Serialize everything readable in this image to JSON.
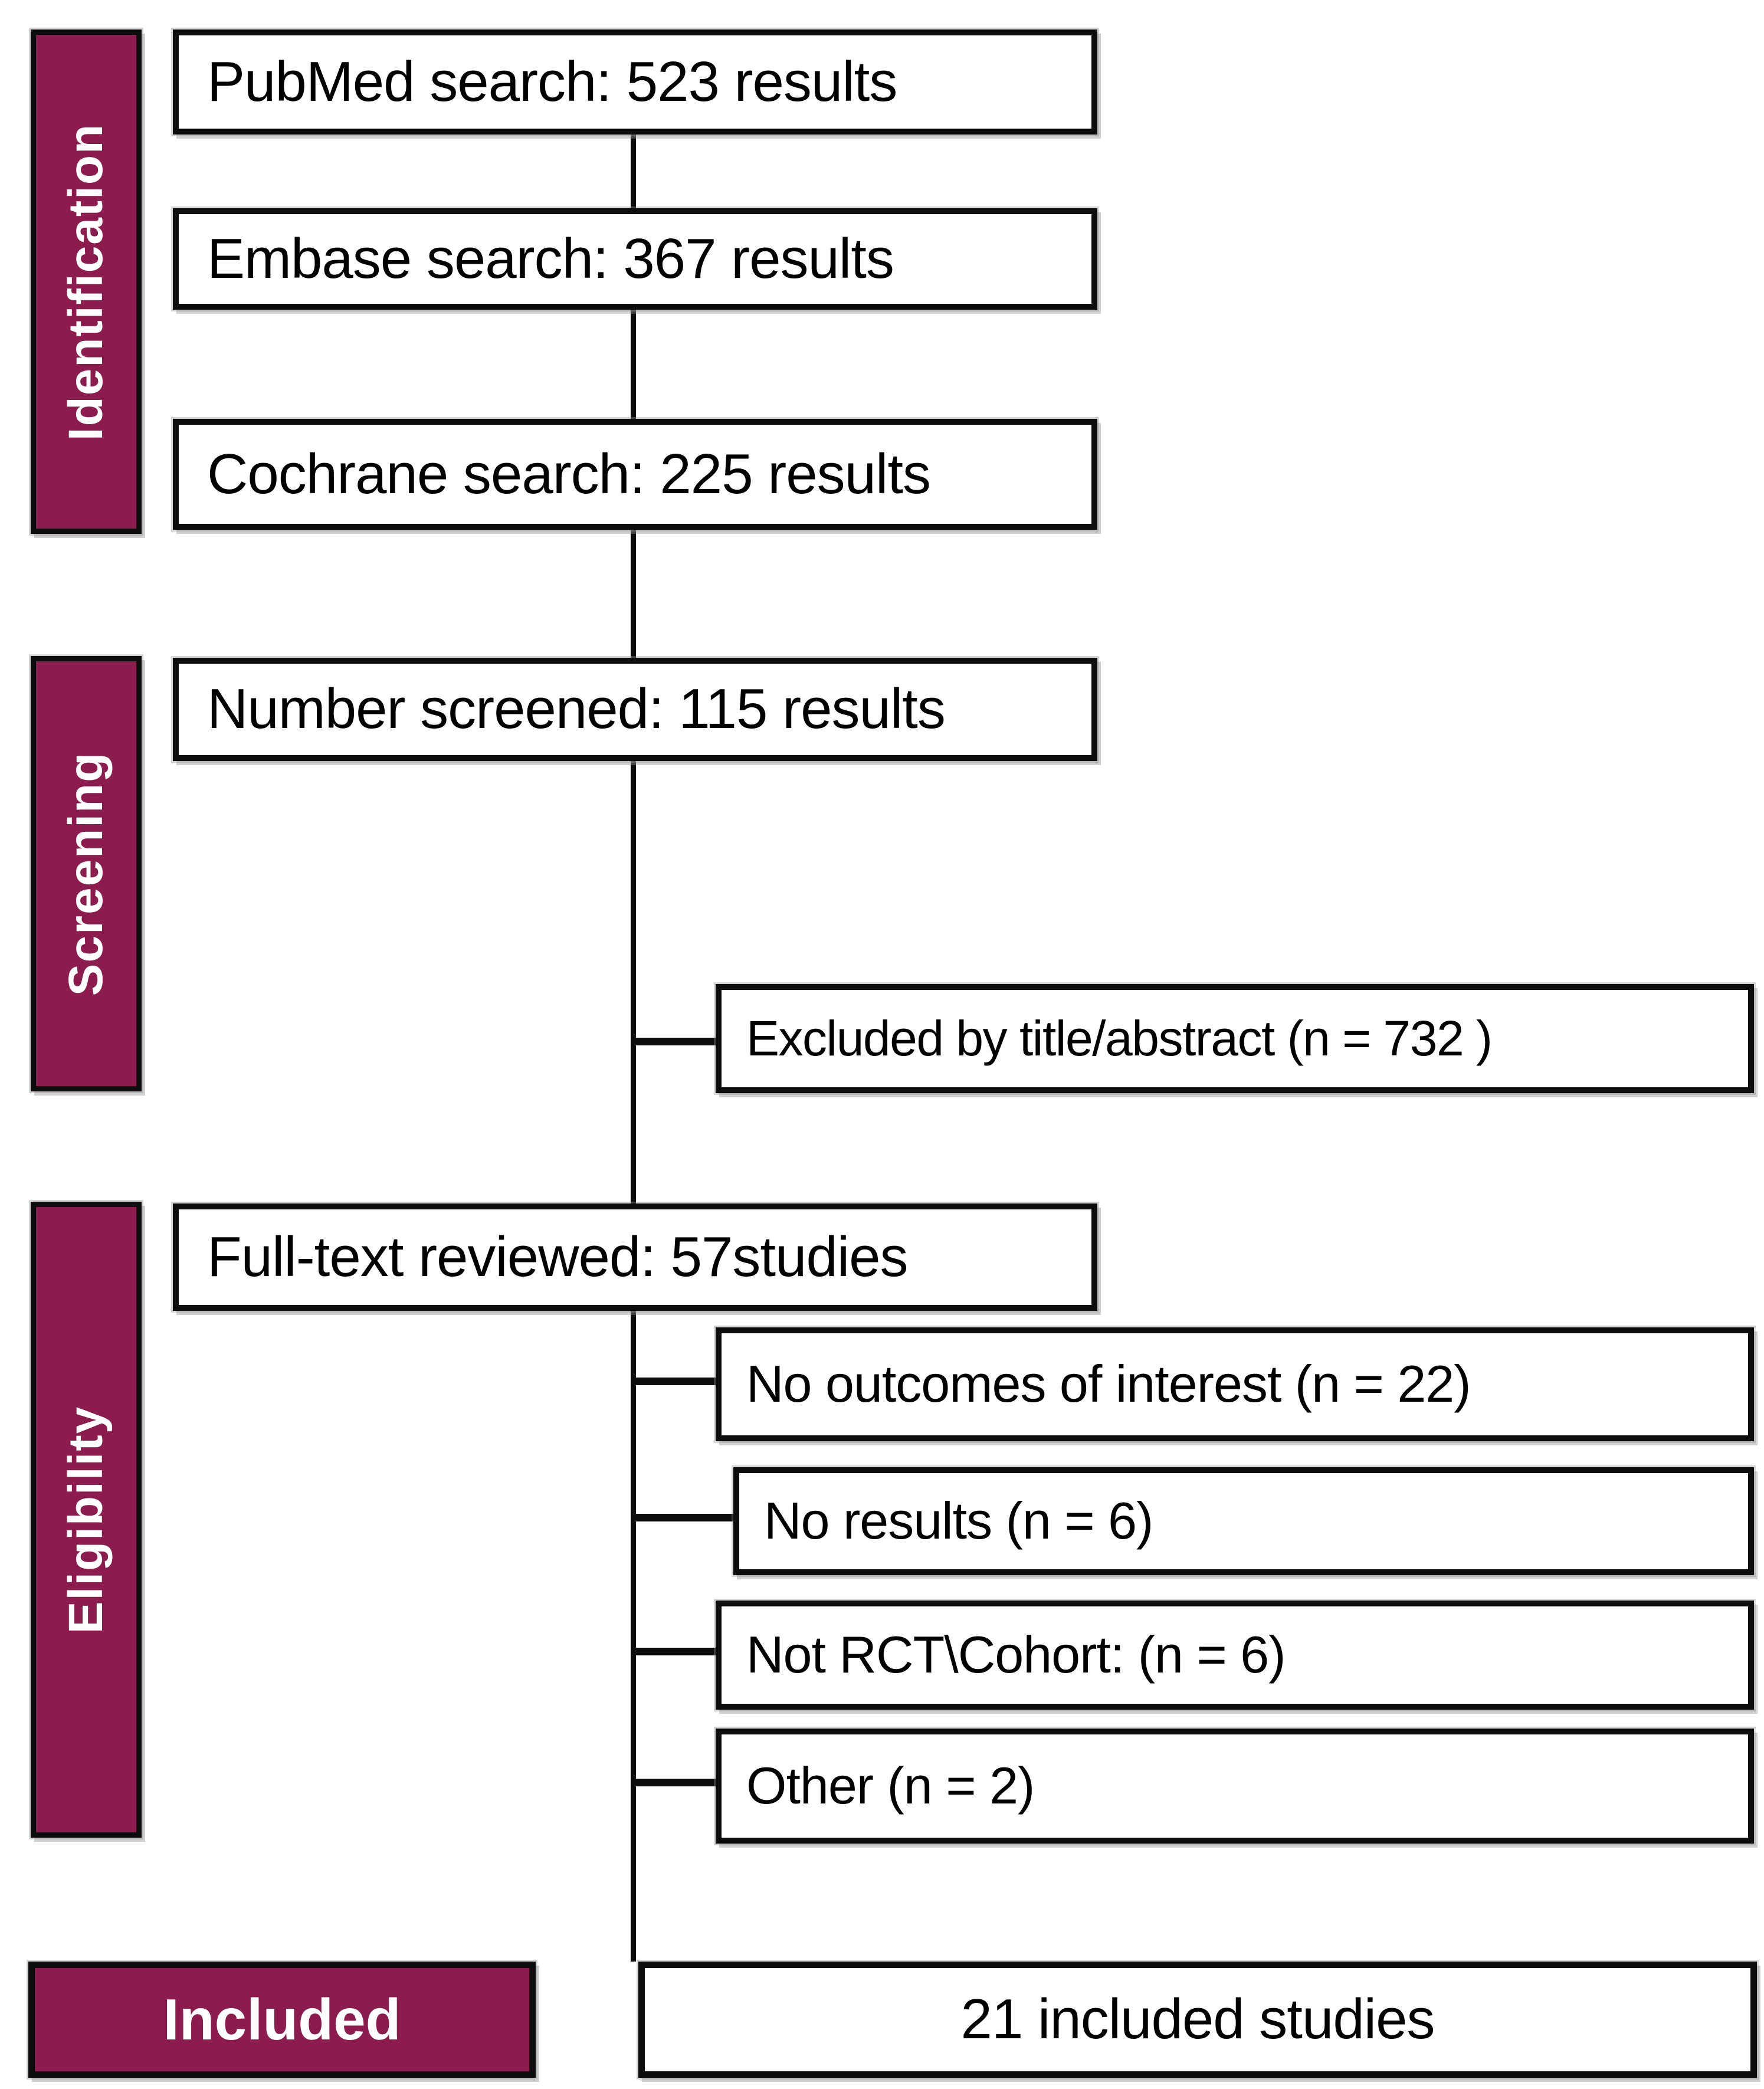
{
  "diagram_type": "PRISMA study selection flow diagram",
  "sidebar": {
    "identification": "Identification",
    "screening": "Screening",
    "eligibility": "Eligibility",
    "included": "Included"
  },
  "boxes": {
    "pubmed": "PubMed search: 523 results",
    "embase": "Embase search: 367 results",
    "cochrane": "Cochrane search: 225 results",
    "screened": "Number screened: 115 results",
    "excluded": "Excluded by title/abstract (n = 732 )",
    "fulltext": "Full-text reviewed: 57studies",
    "no_outcomes": "No outcomes of interest (n = 22)",
    "no_results": "No results (n = 6)",
    "not_rct_cohort": "Not RCT\\Cohort: (n = 6)",
    "other": "Other (n = 2)",
    "included_studies": "21 included studies"
  },
  "colors": {
    "stage_fill": "#8C1C4E",
    "stage_text": "#FFFFFF",
    "box_fill": "#FFFFFF",
    "border": "#0D0D0D",
    "text": "#000000",
    "shadow": "#9E9E9E",
    "background": "#FFFFFF"
  }
}
